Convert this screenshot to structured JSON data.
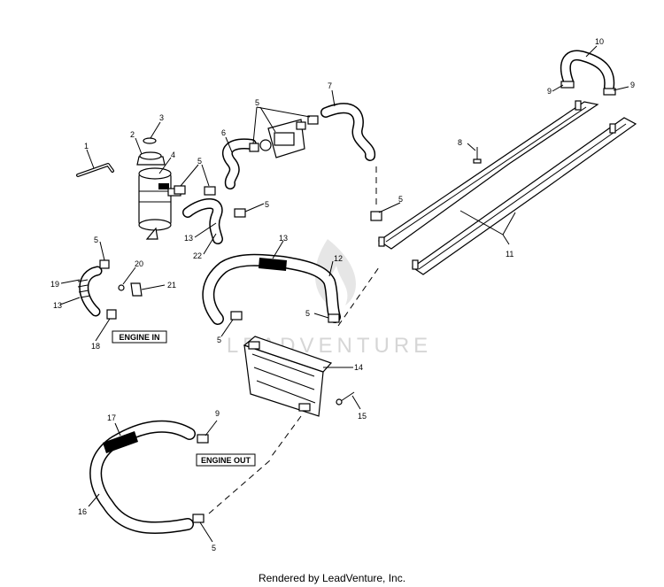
{
  "watermark": {
    "text": "LEADVENTURE"
  },
  "credit": "Rendered by LeadVenture, Inc.",
  "boxes": {
    "engine_in": "ENGINE IN",
    "engine_out": "ENGINE OUT"
  },
  "callouts": [
    "1",
    "2",
    "3",
    "4",
    "5",
    "5",
    "5",
    "5",
    "5",
    "5",
    "5",
    "5",
    "6",
    "7",
    "8",
    "9",
    "9",
    "9",
    "10",
    "11",
    "12",
    "13",
    "13",
    "13",
    "14",
    "15",
    "16",
    "17",
    "18",
    "19",
    "20",
    "21",
    "22"
  ]
}
